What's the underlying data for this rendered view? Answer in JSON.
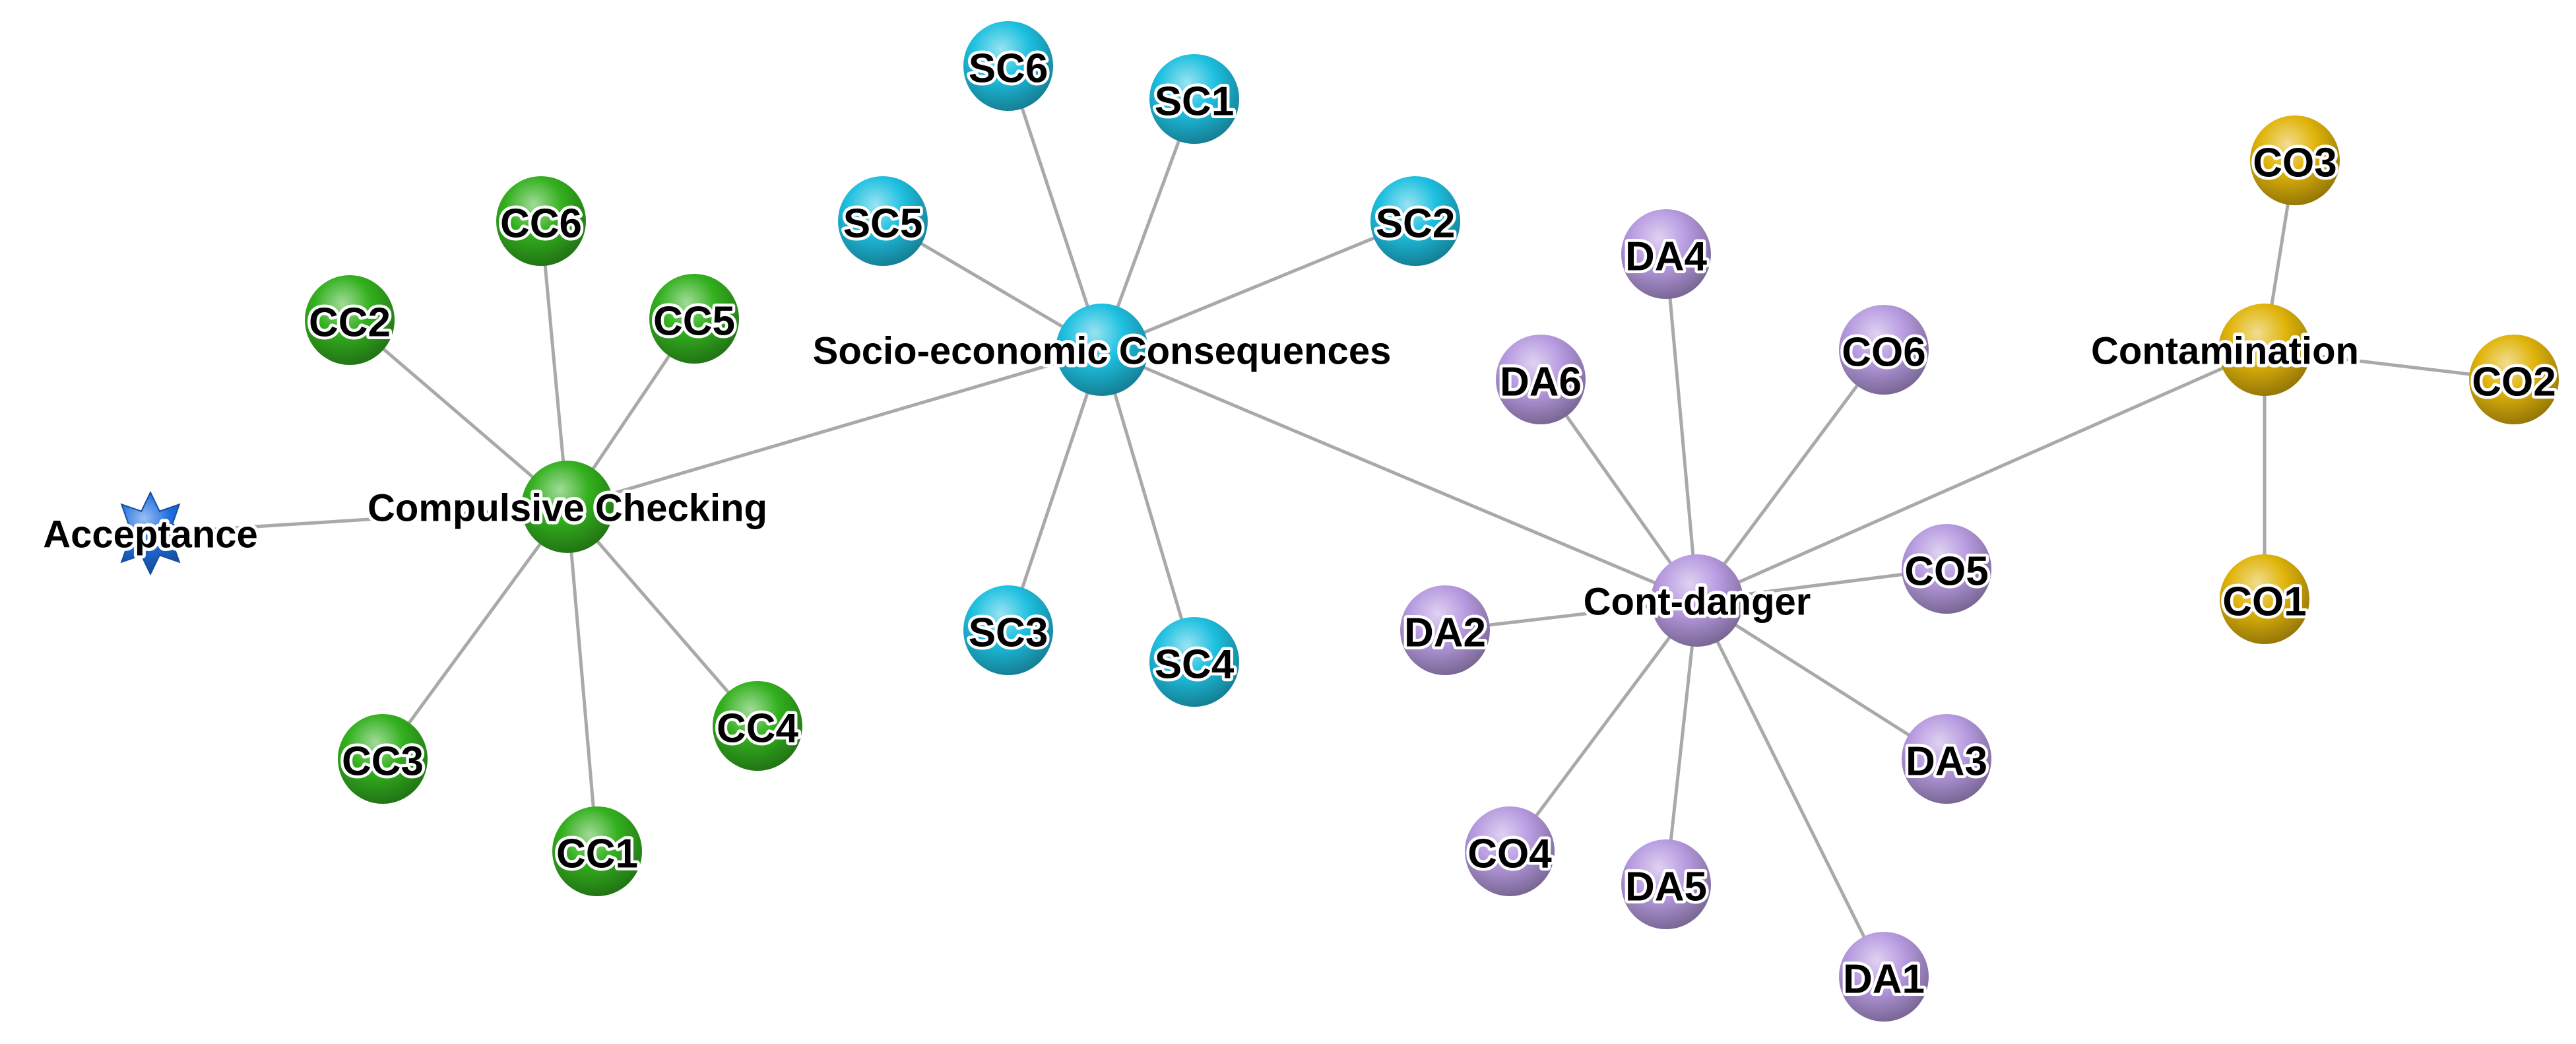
{
  "network": {
    "colors": {
      "edge": "#a9a9a9",
      "Compulsive Checking": "#33b01e",
      "Socio-economic Consequences": "#1ec0e0",
      "Cont-danger": "#b79be0",
      "Contamination": "#e0b40a",
      "Acceptance": "#1f6fe0"
    },
    "nodes": [
      {
        "id": "Acceptance",
        "label": "Acceptance",
        "group": "Acceptance",
        "kind": "hub",
        "shape": "star-icon"
      },
      {
        "id": "Compulsive Checking",
        "label": "Compulsive Checking",
        "group": "Compulsive Checking",
        "kind": "hub"
      },
      {
        "id": "Socio-economic Consequences",
        "label": "Socio-economic Consequences",
        "group": "Socio-economic Consequences",
        "kind": "hub"
      },
      {
        "id": "Cont-danger",
        "label": "Cont-danger",
        "group": "Cont-danger",
        "kind": "hub"
      },
      {
        "id": "Contamination",
        "label": "Contamination",
        "group": "Contamination",
        "kind": "hub"
      },
      {
        "id": "CC1",
        "label": "CC1",
        "group": "Compulsive Checking",
        "kind": "leaf"
      },
      {
        "id": "CC2",
        "label": "CC2",
        "group": "Compulsive Checking",
        "kind": "leaf"
      },
      {
        "id": "CC3",
        "label": "CC3",
        "group": "Compulsive Checking",
        "kind": "leaf"
      },
      {
        "id": "CC4",
        "label": "CC4",
        "group": "Compulsive Checking",
        "kind": "leaf"
      },
      {
        "id": "CC5",
        "label": "CC5",
        "group": "Compulsive Checking",
        "kind": "leaf"
      },
      {
        "id": "CC6",
        "label": "CC6",
        "group": "Compulsive Checking",
        "kind": "leaf"
      },
      {
        "id": "SC1",
        "label": "SC1",
        "group": "Socio-economic Consequences",
        "kind": "leaf"
      },
      {
        "id": "SC2",
        "label": "SC2",
        "group": "Socio-economic Consequences",
        "kind": "leaf"
      },
      {
        "id": "SC3",
        "label": "SC3",
        "group": "Socio-economic Consequences",
        "kind": "leaf"
      },
      {
        "id": "SC4",
        "label": "SC4",
        "group": "Socio-economic Consequences",
        "kind": "leaf"
      },
      {
        "id": "SC5",
        "label": "SC5",
        "group": "Socio-economic Consequences",
        "kind": "leaf"
      },
      {
        "id": "SC6",
        "label": "SC6",
        "group": "Socio-economic Consequences",
        "kind": "leaf"
      },
      {
        "id": "DA1",
        "label": "DA1",
        "group": "Cont-danger",
        "kind": "leaf"
      },
      {
        "id": "DA2",
        "label": "DA2",
        "group": "Cont-danger",
        "kind": "leaf"
      },
      {
        "id": "DA3",
        "label": "DA3",
        "group": "Cont-danger",
        "kind": "leaf"
      },
      {
        "id": "DA4",
        "label": "DA4",
        "group": "Cont-danger",
        "kind": "leaf"
      },
      {
        "id": "DA5",
        "label": "DA5",
        "group": "Cont-danger",
        "kind": "leaf"
      },
      {
        "id": "DA6",
        "label": "DA6",
        "group": "Cont-danger",
        "kind": "leaf"
      },
      {
        "id": "CO4",
        "label": "CO4",
        "group": "Cont-danger",
        "kind": "leaf"
      },
      {
        "id": "CO5",
        "label": "CO5",
        "group": "Cont-danger",
        "kind": "leaf"
      },
      {
        "id": "CO6",
        "label": "CO6",
        "group": "Cont-danger",
        "kind": "leaf"
      },
      {
        "id": "CO1",
        "label": "CO1",
        "group": "Contamination",
        "kind": "leaf"
      },
      {
        "id": "CO2",
        "label": "CO2",
        "group": "Contamination",
        "kind": "leaf"
      },
      {
        "id": "CO3",
        "label": "CO3",
        "group": "Contamination",
        "kind": "leaf"
      }
    ],
    "edges": [
      [
        "Acceptance",
        "Compulsive Checking"
      ],
      [
        "Compulsive Checking",
        "Socio-economic Consequences"
      ],
      [
        "Socio-economic Consequences",
        "Cont-danger"
      ],
      [
        "Cont-danger",
        "Contamination"
      ],
      [
        "Compulsive Checking",
        "CC1"
      ],
      [
        "Compulsive Checking",
        "CC2"
      ],
      [
        "Compulsive Checking",
        "CC3"
      ],
      [
        "Compulsive Checking",
        "CC4"
      ],
      [
        "Compulsive Checking",
        "CC5"
      ],
      [
        "Compulsive Checking",
        "CC6"
      ],
      [
        "Socio-economic Consequences",
        "SC1"
      ],
      [
        "Socio-economic Consequences",
        "SC2"
      ],
      [
        "Socio-economic Consequences",
        "SC3"
      ],
      [
        "Socio-economic Consequences",
        "SC4"
      ],
      [
        "Socio-economic Consequences",
        "SC5"
      ],
      [
        "Socio-economic Consequences",
        "SC6"
      ],
      [
        "Cont-danger",
        "DA1"
      ],
      [
        "Cont-danger",
        "DA2"
      ],
      [
        "Cont-danger",
        "DA3"
      ],
      [
        "Cont-danger",
        "DA4"
      ],
      [
        "Cont-danger",
        "DA5"
      ],
      [
        "Cont-danger",
        "DA6"
      ],
      [
        "Cont-danger",
        "CO4"
      ],
      [
        "Cont-danger",
        "CO5"
      ],
      [
        "Cont-danger",
        "CO6"
      ],
      [
        "Contamination",
        "CO1"
      ],
      [
        "Contamination",
        "CO2"
      ],
      [
        "Contamination",
        "CO3"
      ]
    ]
  }
}
